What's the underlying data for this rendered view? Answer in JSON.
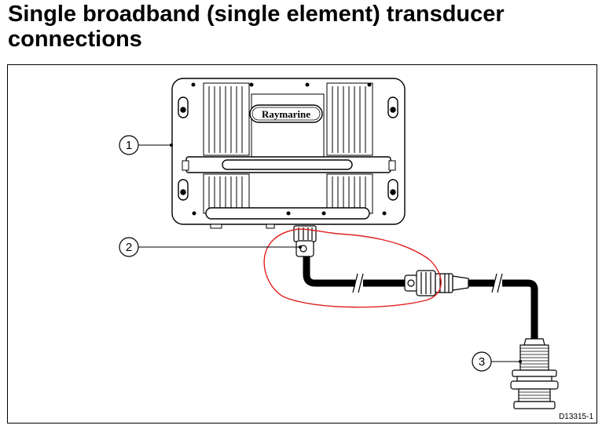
{
  "title": "Single broadband (single element) transducer connections",
  "callouts": [
    {
      "number": "1"
    },
    {
      "number": "2"
    },
    {
      "number": "3"
    }
  ],
  "device": {
    "brand": "Raymarine"
  },
  "figure_id": "D13315-1",
  "colors": {
    "highlight": "#e02020",
    "line": "#000000"
  }
}
